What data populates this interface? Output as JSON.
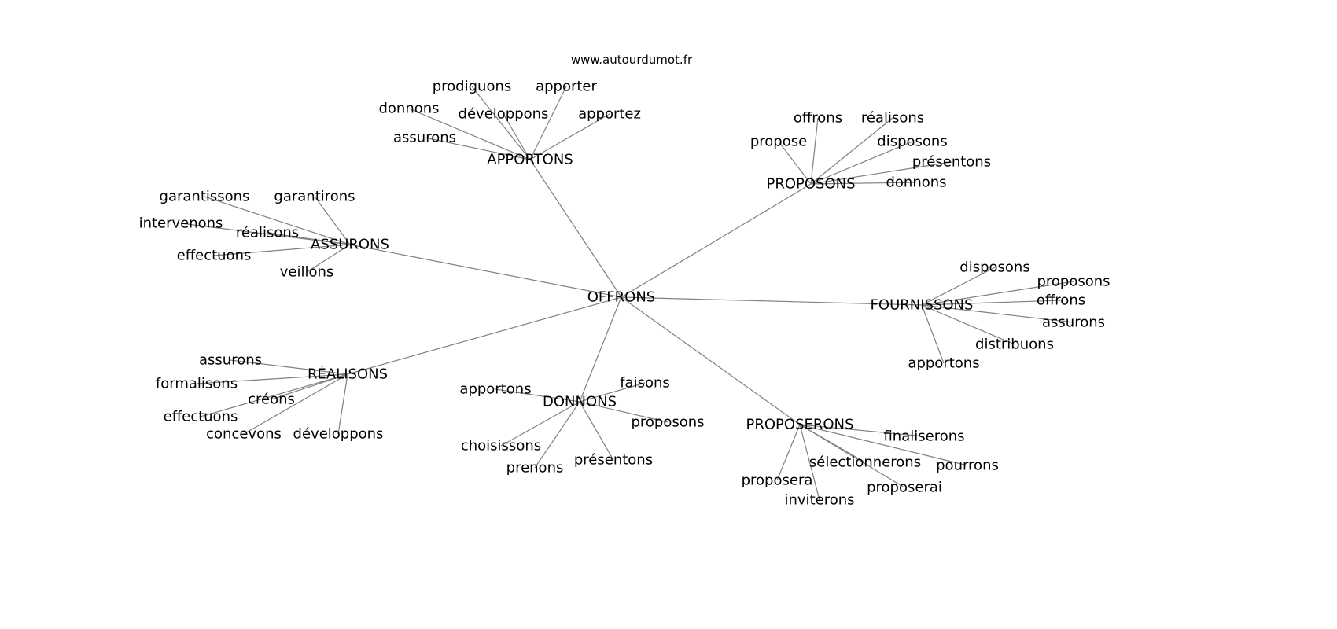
{
  "title": "www.autourdumot.fr",
  "edge_color": "#808080",
  "root": "OFFRONS",
  "clusters": [
    {
      "hub": "APPORTONS",
      "children": [
        "prodiguons",
        "apporter",
        "apportez",
        "donnons",
        "développons",
        "assurons"
      ]
    },
    {
      "hub": "PROPOSONS",
      "children": [
        "offrons",
        "réalisons",
        "propose",
        "disposons",
        "présentons",
        "donnons"
      ]
    },
    {
      "hub": "ASSURONS",
      "children": [
        "garantissons",
        "garantirons",
        "intervenons",
        "réalisons",
        "effectuons",
        "veillons"
      ]
    },
    {
      "hub": "FOURNISSONS",
      "children": [
        "disposons",
        "proposons",
        "offrons",
        "assurons",
        "distribuons",
        "apportons"
      ]
    },
    {
      "hub": "RÉALISONS",
      "children": [
        "assurons",
        "formalisons",
        "créons",
        "effectuons",
        "concevons",
        "développons"
      ]
    },
    {
      "hub": "DONNONS",
      "children": [
        "apportons",
        "faisons",
        "proposons",
        "choisissons",
        "prenons",
        "présentons"
      ]
    },
    {
      "hub": "PROPOSERONS",
      "children": [
        "finaliserons",
        "sélectionnerons",
        "pourrons",
        "proposera",
        "inviterons",
        "proposerai"
      ]
    }
  ]
}
